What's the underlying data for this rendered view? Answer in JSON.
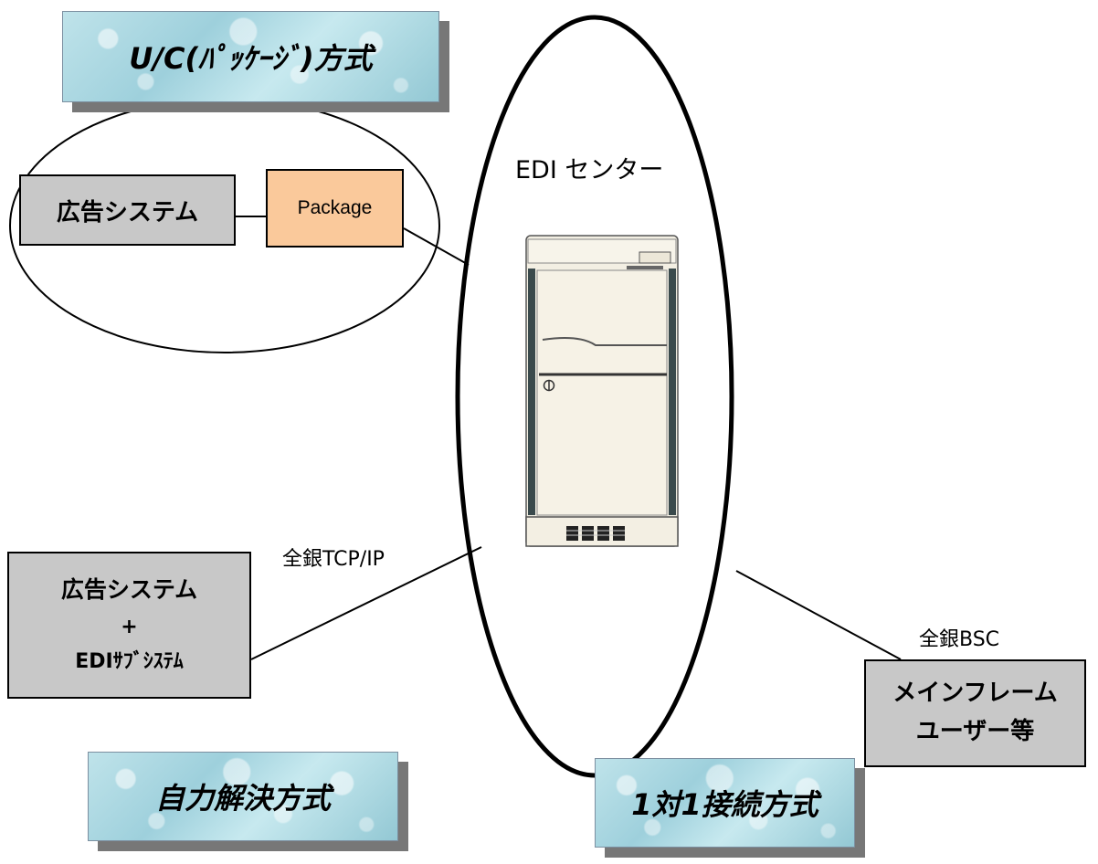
{
  "titles": {
    "uc_package": "U/C(ﾊﾟｯｹｰｼﾞ)方式",
    "self_solution": "自力解決方式",
    "one_to_one": "1対1接続方式"
  },
  "center": {
    "label": "EDI  センター"
  },
  "uc_group": {
    "ad_system": "広告システム",
    "package": "Package"
  },
  "self_group": {
    "line1": "広告システム",
    "line2": "+",
    "line3": "EDIｻﾌﾞｼｽﾃﾑ",
    "protocol": "全銀TCP/IP"
  },
  "mainframe_group": {
    "line1": "メインフレーム",
    "line2": "ユーザー等",
    "protocol": "全銀BSC"
  }
}
